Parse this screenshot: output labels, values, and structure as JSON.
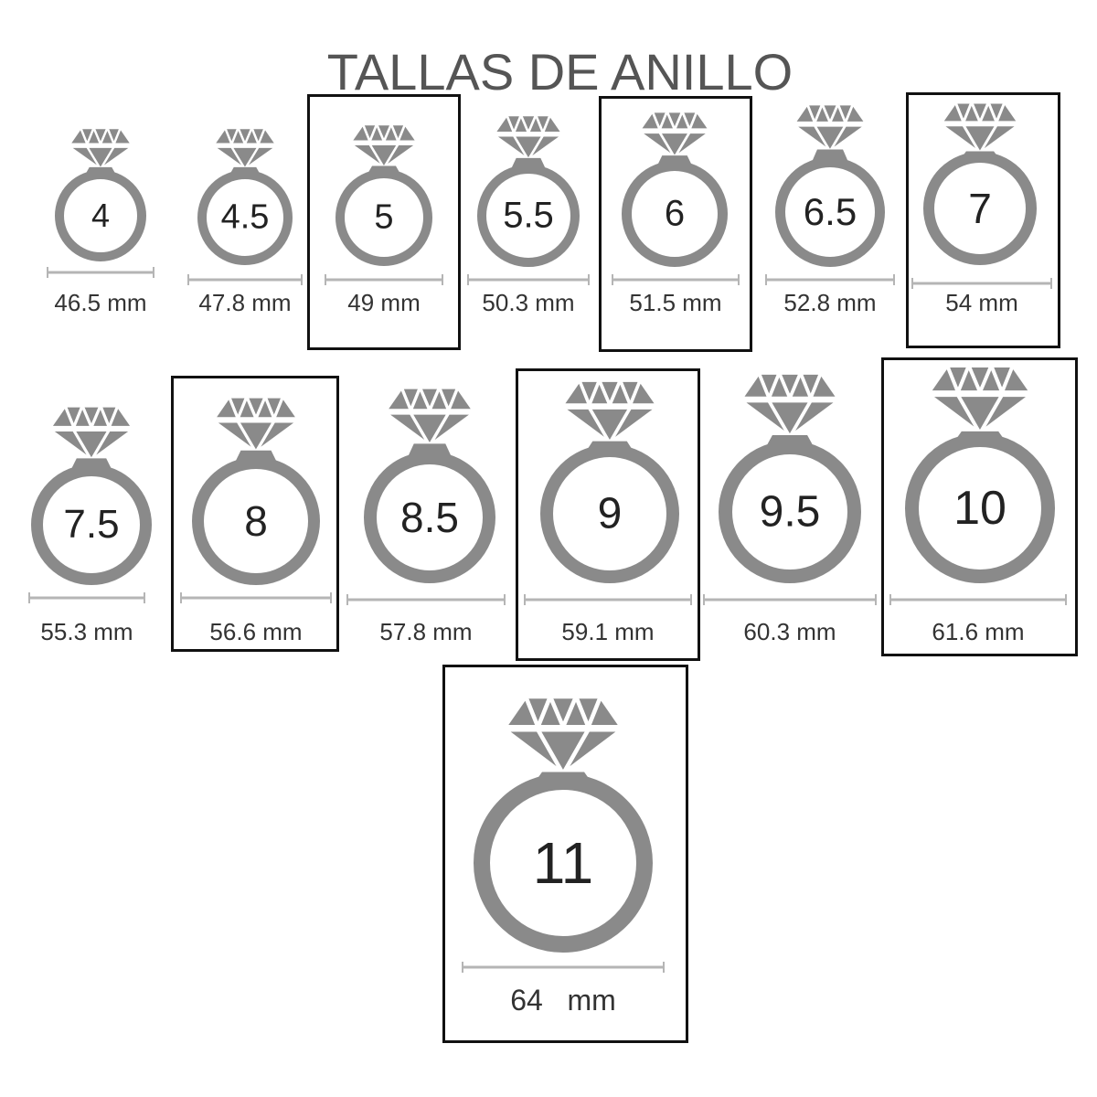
{
  "title": "TALLAS DE ANILLO",
  "colors": {
    "ring": "#8a8a8a",
    "measure_line": "#b5b5b5",
    "box": "#111111",
    "text": "#222222"
  },
  "icon": "diamond-ring-icon",
  "sizes": [
    {
      "size": "4",
      "mm": "46.5 mm",
      "highlighted": false
    },
    {
      "size": "4.5",
      "mm": "47.8 mm",
      "highlighted": false
    },
    {
      "size": "5",
      "mm": "49 mm",
      "highlighted": true
    },
    {
      "size": "5.5",
      "mm": "50.3 mm",
      "highlighted": false
    },
    {
      "size": "6",
      "mm": "51.5 mm",
      "highlighted": true
    },
    {
      "size": "6.5",
      "mm": "52.8 mm",
      "highlighted": false
    },
    {
      "size": "7",
      "mm": "54 mm",
      "highlighted": true
    },
    {
      "size": "7.5",
      "mm": "55.3 mm",
      "highlighted": false
    },
    {
      "size": "8",
      "mm": "56.6 mm",
      "highlighted": true
    },
    {
      "size": "8.5",
      "mm": "57.8 mm",
      "highlighted": false
    },
    {
      "size": "9",
      "mm": "59.1 mm",
      "highlighted": true
    },
    {
      "size": "9.5",
      "mm": "60.3 mm",
      "highlighted": false
    },
    {
      "size": "10",
      "mm": "61.6 mm",
      "highlighted": true
    },
    {
      "size": "11",
      "mm": "64   mm",
      "highlighted": true
    }
  ]
}
